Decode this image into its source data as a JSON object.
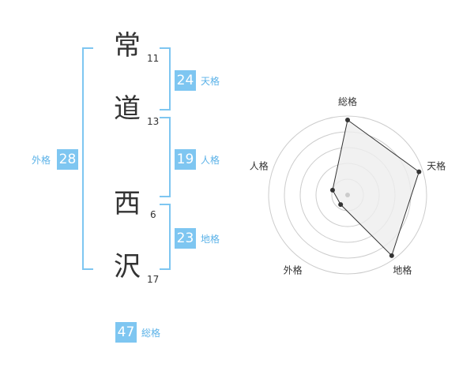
{
  "chars": [
    {
      "char": "常",
      "strokes": "11"
    },
    {
      "char": "道",
      "strokes": "13"
    },
    {
      "char": "西",
      "strokes": "6"
    },
    {
      "char": "沢",
      "strokes": "17"
    }
  ],
  "tenkaku": {
    "value": "24",
    "label": "天格"
  },
  "jinkaku": {
    "value": "19",
    "label": "人格"
  },
  "chikaku": {
    "value": "23",
    "label": "地格"
  },
  "gaikaku": {
    "value": "28",
    "label": "外格"
  },
  "soukaku": {
    "value": "47",
    "label": "総格"
  },
  "chart_data": {
    "type": "radar",
    "axes": [
      "総格",
      "天格",
      "地格",
      "外格",
      "人格"
    ],
    "values": [
      0.95,
      0.95,
      0.95,
      0.15,
      0.2
    ],
    "levels": 5,
    "colors": {
      "fill": "#eeeeee",
      "line": "#333333",
      "grid": "#cccccc",
      "center": "#cccccc"
    }
  }
}
